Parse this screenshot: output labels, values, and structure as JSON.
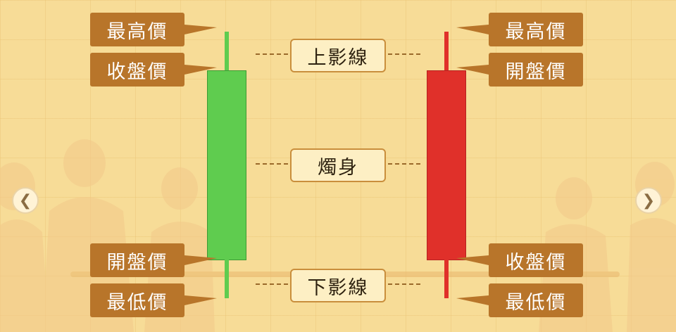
{
  "labels": {
    "left_high": "最高價",
    "left_close": "收盤價",
    "left_open": "開盤價",
    "left_low": "最低價",
    "right_high": "最高價",
    "right_open": "開盤價",
    "right_close": "收盤價",
    "right_low": "最低價",
    "upper_shadow": "上影線",
    "body": "燭身",
    "lower_shadow": "下影線"
  },
  "navigation": {
    "prev_icon": "chevron-left-icon",
    "next_icon": "chevron-right-icon"
  },
  "colors": {
    "bullish": "#5fcc4f",
    "bearish": "#e0302a",
    "label_bg": "#b8752a",
    "background": "#f7dc97"
  }
}
